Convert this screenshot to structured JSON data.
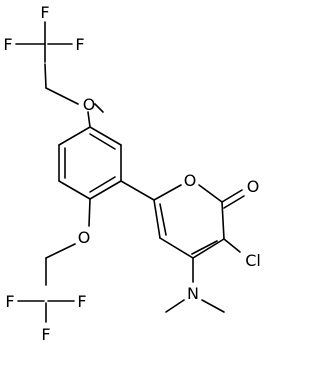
{
  "molecule": {
    "atoms": {
      "f_top_left": "F",
      "f_top_right": "F",
      "f_top_mid": "F",
      "o_ether_upper": "O",
      "o_pyran_ring": "O",
      "o_carbonyl": "O",
      "o_ether_lower": "O",
      "cl": "Cl",
      "n": "N",
      "f_bottom_left": "F",
      "f_bottom_mid": "F",
      "f_bottom_right": "F"
    }
  }
}
